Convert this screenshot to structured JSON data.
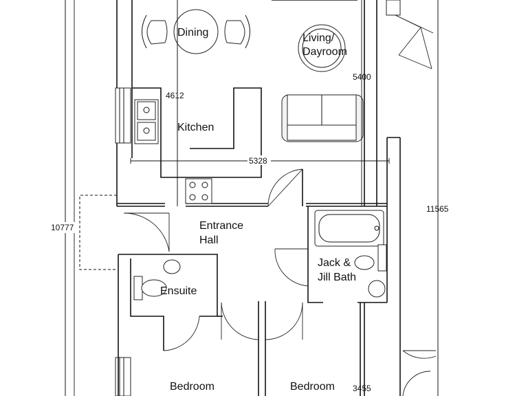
{
  "rooms": {
    "dining": "Dining",
    "living_line1": "Living/",
    "living_line2": "Dayroom",
    "kitchen": "Kitchen",
    "entrance_line1": "Entrance",
    "entrance_line2": "Hall",
    "ensuite": "Ensuite",
    "bath_line1": "Jack &",
    "bath_line2": "Jill Bath",
    "bedroom_left": "Bedroom",
    "bedroom_right": "Bedroom"
  },
  "dimensions": {
    "kitchen_length": "4612",
    "living_length": "5400",
    "kitchen_width": "5328",
    "overall_length": "10777",
    "right_length": "11565",
    "bedroom_length": "3455"
  }
}
